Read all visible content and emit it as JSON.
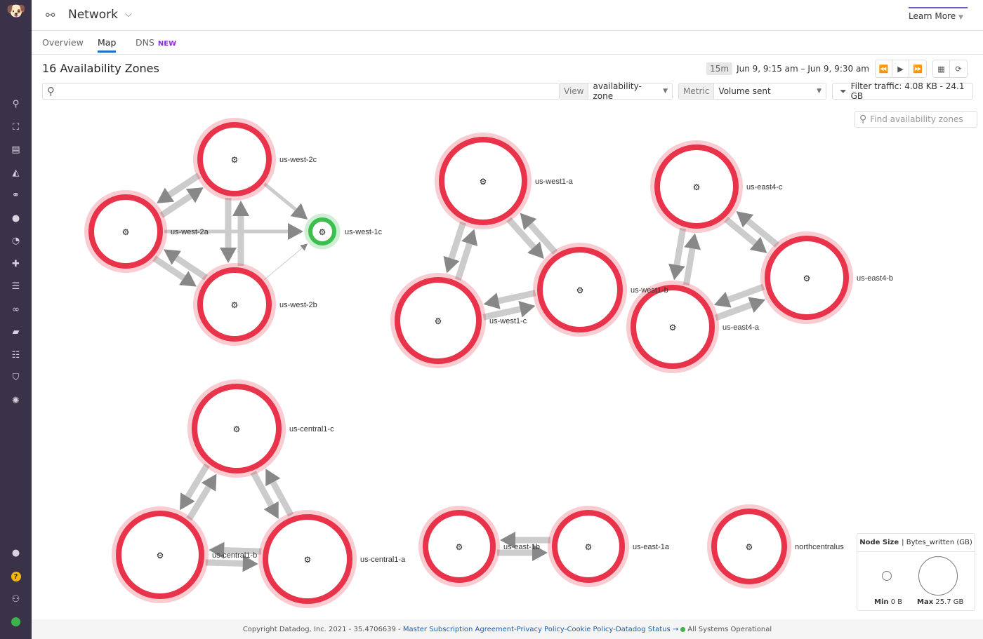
{
  "header": {
    "title": "Network",
    "learn_more": "Learn More"
  },
  "tabs": [
    {
      "label": "Overview"
    },
    {
      "label": "Map",
      "active": true
    },
    {
      "label": "DNS",
      "badge": "NEW"
    }
  ],
  "page_title": "16 Availability Zones",
  "time": {
    "range_badge": "15m",
    "range": "Jun 9, 9:15 am – Jun 9, 9:30 am"
  },
  "search": {
    "placeholder": ""
  },
  "view": {
    "label": "View",
    "value": "availability-zone"
  },
  "metric": {
    "label": "Metric",
    "value": "Volume sent"
  },
  "filter": {
    "label": "Filter traffic: 4.08 KB - 24.1 GB"
  },
  "find": {
    "placeholder": "Find availability zones"
  },
  "colors": {
    "node_ring": "#e8334a",
    "node_ok": "#3cbf4f",
    "edge": "#cccccc",
    "arrow": "#888888",
    "sidebar": "#3a3248"
  },
  "sidebar_icons": [
    "search-icon",
    "binoculars-icon",
    "dashboard-icon",
    "chart-icon",
    "network-icon",
    "alert-icon",
    "gauge-icon",
    "puzzle-icon",
    "logs-icon",
    "link-icon",
    "notebook-icon",
    "apm-icon",
    "shield-icon",
    "gear-icon",
    "chat-icon",
    "help-icon",
    "team-icon",
    "user-avatar"
  ],
  "nodes": [
    {
      "name": "us-west-2c",
      "status": "red"
    },
    {
      "name": "us-west-2a",
      "status": "red"
    },
    {
      "name": "us-west-1c",
      "status": "green"
    },
    {
      "name": "us-west-2b",
      "status": "red"
    },
    {
      "name": "us-west1-a",
      "status": "red"
    },
    {
      "name": "us-west1-c",
      "status": "red"
    },
    {
      "name": "us-west1-b",
      "status": "red"
    },
    {
      "name": "us-east4-c",
      "status": "red"
    },
    {
      "name": "us-east4-b",
      "status": "red"
    },
    {
      "name": "us-east4-a",
      "status": "red"
    },
    {
      "name": "us-central1-c",
      "status": "red"
    },
    {
      "name": "us-central1-b",
      "status": "red"
    },
    {
      "name": "us-central1-a",
      "status": "red"
    },
    {
      "name": "us-east-1b",
      "status": "red"
    },
    {
      "name": "us-east-1a",
      "status": "red"
    },
    {
      "name": "northcentralus",
      "status": "red"
    }
  ],
  "edges": [
    [
      "us-west-2a",
      "us-west-2c"
    ],
    [
      "us-west-2c",
      "us-west-2a"
    ],
    [
      "us-west-2c",
      "us-west-2b"
    ],
    [
      "us-west-2b",
      "us-west-2c"
    ],
    [
      "us-west-2a",
      "us-west-2b"
    ],
    [
      "us-west-2b",
      "us-west-2a"
    ],
    [
      "us-west-2c",
      "us-west-1c"
    ],
    [
      "us-west-2a",
      "us-west-1c"
    ],
    [
      "us-west-2b",
      "us-west-1c"
    ],
    [
      "us-west1-a",
      "us-west1-c"
    ],
    [
      "us-west1-c",
      "us-west1-a"
    ],
    [
      "us-west1-c",
      "us-west1-b"
    ],
    [
      "us-west1-b",
      "us-west1-c"
    ],
    [
      "us-west1-a",
      "us-west1-b"
    ],
    [
      "us-west1-b",
      "us-west1-a"
    ],
    [
      "us-east4-c",
      "us-east4-b"
    ],
    [
      "us-east4-b",
      "us-east4-c"
    ],
    [
      "us-east4-a",
      "us-east4-b"
    ],
    [
      "us-east4-b",
      "us-east4-a"
    ],
    [
      "us-east4-c",
      "us-east4-a"
    ],
    [
      "us-east4-a",
      "us-east4-c"
    ],
    [
      "us-central1-c",
      "us-central1-b"
    ],
    [
      "us-central1-b",
      "us-central1-c"
    ],
    [
      "us-central1-b",
      "us-central1-a"
    ],
    [
      "us-central1-a",
      "us-central1-b"
    ],
    [
      "us-central1-c",
      "us-central1-a"
    ],
    [
      "us-central1-a",
      "us-central1-c"
    ],
    [
      "us-east-1b",
      "us-east-1a"
    ],
    [
      "us-east-1a",
      "us-east-1b"
    ]
  ],
  "legend": {
    "title": "Node Size",
    "metric": "Bytes_written (GB)",
    "min_label": "Min",
    "min_value": "0 B",
    "max_label": "Max",
    "max_value": "25.7 GB"
  },
  "footer": {
    "copyright": "Copyright Datadog, Inc. 2021 - 35.4706639 - ",
    "msa": "Master Subscription Agreement",
    "privacy": "Privacy Policy",
    "cookie": "Cookie Policy",
    "status": "Datadog Status →",
    "operational": "All Systems Operational",
    "sep": " - "
  }
}
